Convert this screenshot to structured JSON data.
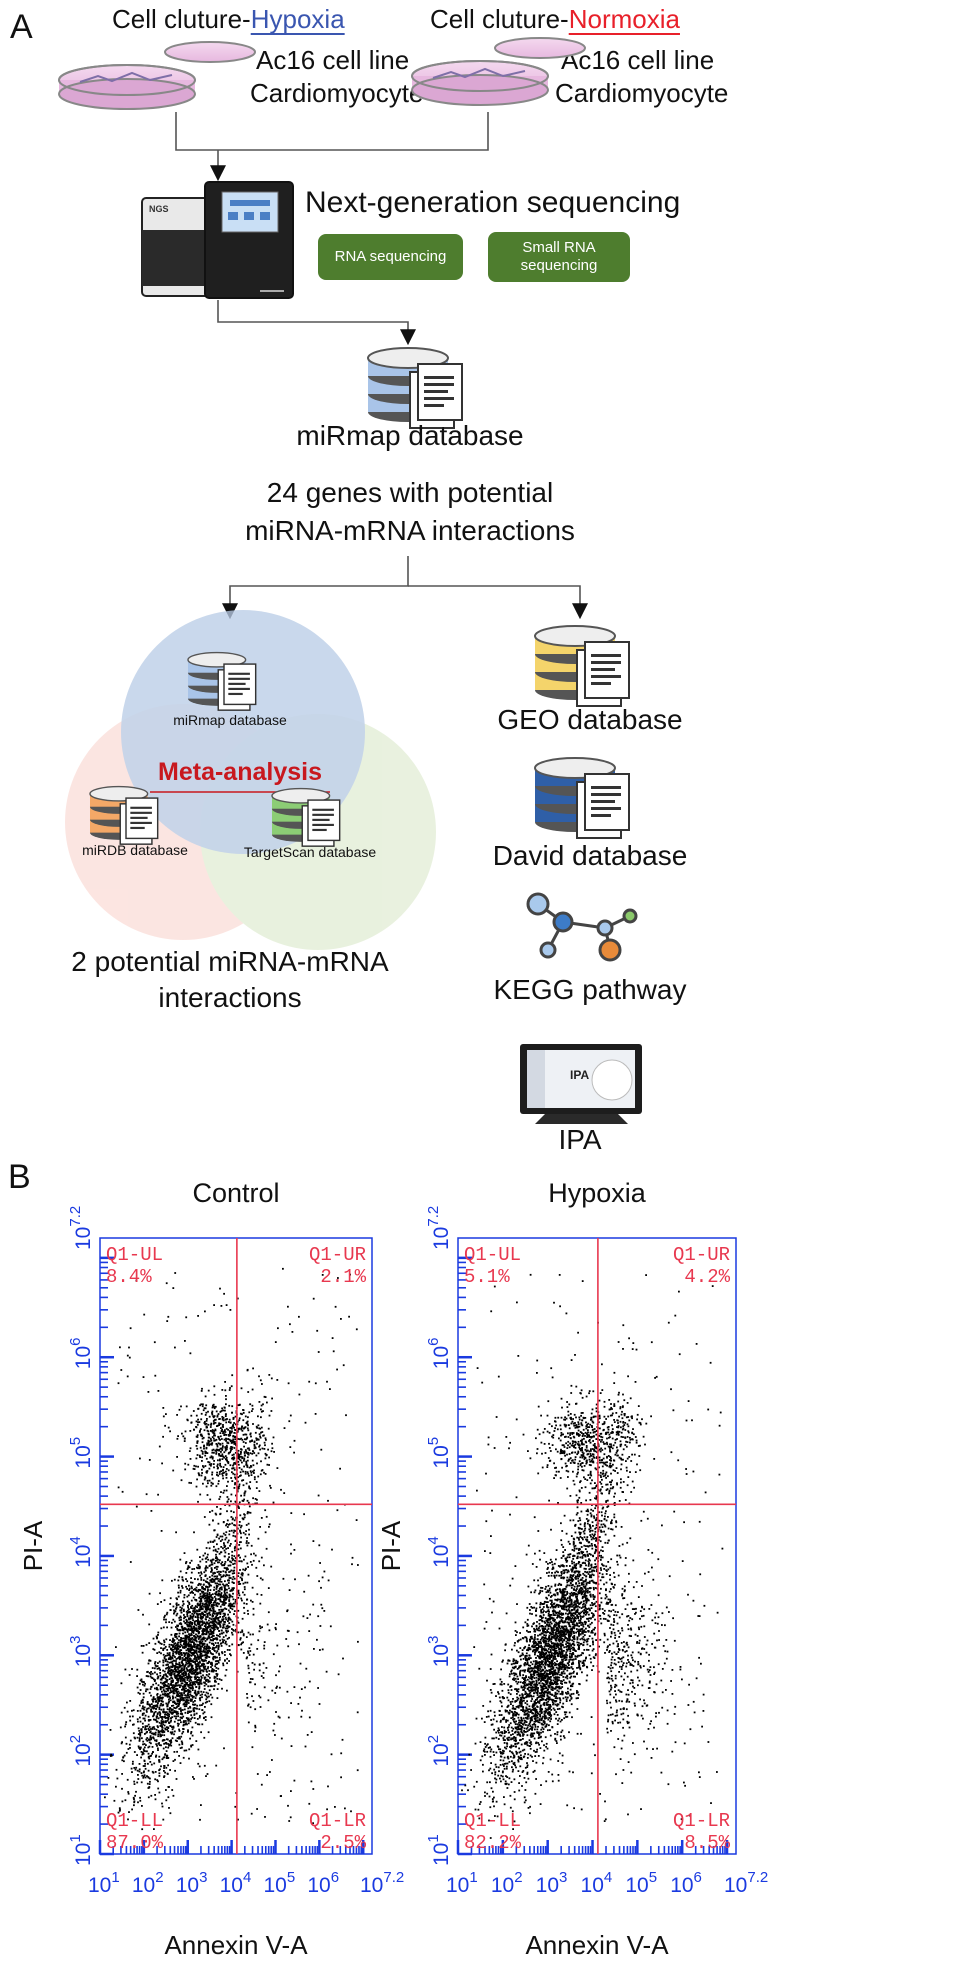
{
  "panel_a": {
    "letter": "A",
    "culture_hypoxia_prefix": "Cell cluture-",
    "culture_hypoxia_word": "Hypoxia",
    "culture_normoxia_prefix": "Cell cluture-",
    "culture_normoxia_word": "Normoxia",
    "cell_line_1": "Ac16 cell line",
    "cell_type_1": "Cardiomyocyte",
    "cell_line_2": "Ac16 cell line",
    "cell_type_2": "Cardiomyocyte",
    "ngs_machine_label": "NGS",
    "ngs_title": "Next-generation sequencing",
    "box_rna": "RNA sequencing",
    "box_small_rna": "Small RNA sequencing",
    "mirmap_label": "miRmap database",
    "genes_line1": "24 genes with potential",
    "genes_line2": "miRNA-mRNA interactions",
    "venn_mirmap": "miRmap database",
    "venn_meta": "Meta-analysis",
    "venn_mirdb": "miRDB database",
    "venn_targetscan": "TargetScan database",
    "result_line1": "2 potential miRNA-mRNA",
    "result_line2": "interactions",
    "geo_label": "GEO database",
    "david_label": "David database",
    "kegg_label": "KEGG pathway",
    "ipa_screen_label": "IPA",
    "ipa_label": "IPA",
    "colors": {
      "hypoxia_blue": "#3a56b0",
      "normoxia_red": "#e8202a",
      "green_box": "#4e7d2e",
      "meta_red": "#c8181e"
    }
  },
  "panel_b": {
    "letter": "B",
    "plots": [
      {
        "title": "Control",
        "ul": "Q1-UL",
        "ul_val": "8.4%",
        "ur": "Q1-UR",
        "ur_val": "2.1%",
        "ll": "Q1-LL",
        "ll_val": "87.0%",
        "lr": "Q1-LR",
        "lr_val": "2.5%"
      },
      {
        "title": "Hypoxia",
        "ul": "Q1-UL",
        "ul_val": "5.1%",
        "ur": "Q1-UR",
        "ur_val": "4.2%",
        "ll": "Q1-LL",
        "ll_val": "82.2%",
        "lr": "Q1-LR",
        "lr_val": "8.5%"
      }
    ],
    "xlabel": "Annexin V-A",
    "ylabel": "PI-A",
    "ticks": {
      "t1": "10",
      "e1": "1",
      "e2": "2",
      "e3": "3",
      "e4": "4",
      "e5": "5",
      "e6": "6",
      "e7": "7.2"
    }
  }
}
